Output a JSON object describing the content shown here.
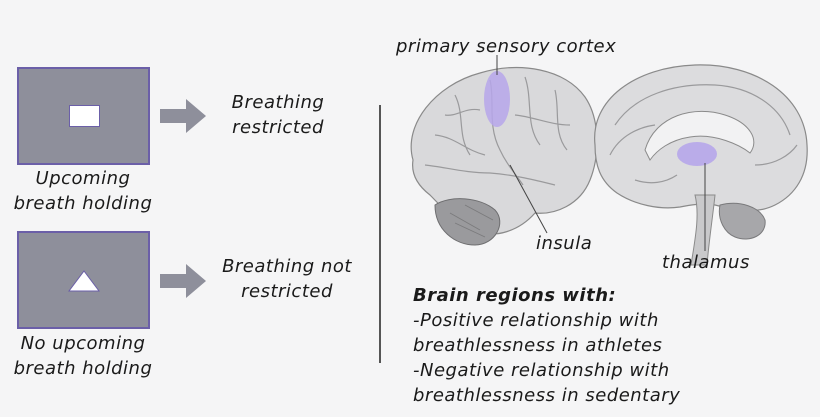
{
  "left": {
    "cue1": {
      "label_line1": "Upcoming",
      "label_line2": "breath holding",
      "shape": "square",
      "outcome_line1": "Breathing",
      "outcome_line2": "restricted"
    },
    "cue2": {
      "label_line1": "No upcoming",
      "label_line2": "breath holding",
      "shape": "triangle",
      "outcome_line1": "Breathing not",
      "outcome_line2": "restricted"
    }
  },
  "brain": {
    "label_cortex": "primary sensory cortex",
    "label_insula": "insula",
    "label_thalamus": "thalamus",
    "highlight_color": "#b6a6ea"
  },
  "legend": {
    "title": "Brain regions with:",
    "line1": "-Positive relationship with",
    "line2": "breathlessness in athletes",
    "line3": "-Negative relationship with",
    "line4": "breathlessness in sedentary"
  },
  "colors": {
    "cue_box": "#8e8f9b",
    "cue_border": "#6b5fa8",
    "arrow": "#8e8f9b",
    "divider": "#555555"
  }
}
